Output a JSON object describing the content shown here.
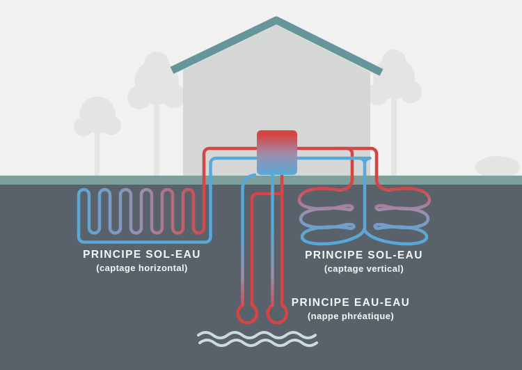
{
  "labels": {
    "sol_eau_horizontal": {
      "title": "PRINCIPE SOL-EAU",
      "subtitle": "(captage horizontal)"
    },
    "sol_eau_vertical": {
      "title": "PRINCIPE SOL-EAU",
      "subtitle": "(captage vertical)"
    },
    "eau_eau": {
      "title": "PRINCIPE EAU-EAU",
      "subtitle": "(nappe phréatique)"
    }
  },
  "colors": {
    "sky": "#f0f1f0",
    "tree": "#e3e5e3",
    "house_wall": "#d5d7d6",
    "roof": "#67969a",
    "roof_light": "#d9e9e6",
    "ground_band": "#7f9f9c",
    "soil": "#59616b",
    "pipe_hot": "#d64444",
    "pipe_cold": "#58a8d8",
    "pipe_mid": "#9b8fae",
    "water_line": "#ccdbdf",
    "label_text": "#f4f6f7"
  },
  "icons": {
    "heat_pump": "heat-pump-unit",
    "water_table": "groundwater-waves"
  }
}
